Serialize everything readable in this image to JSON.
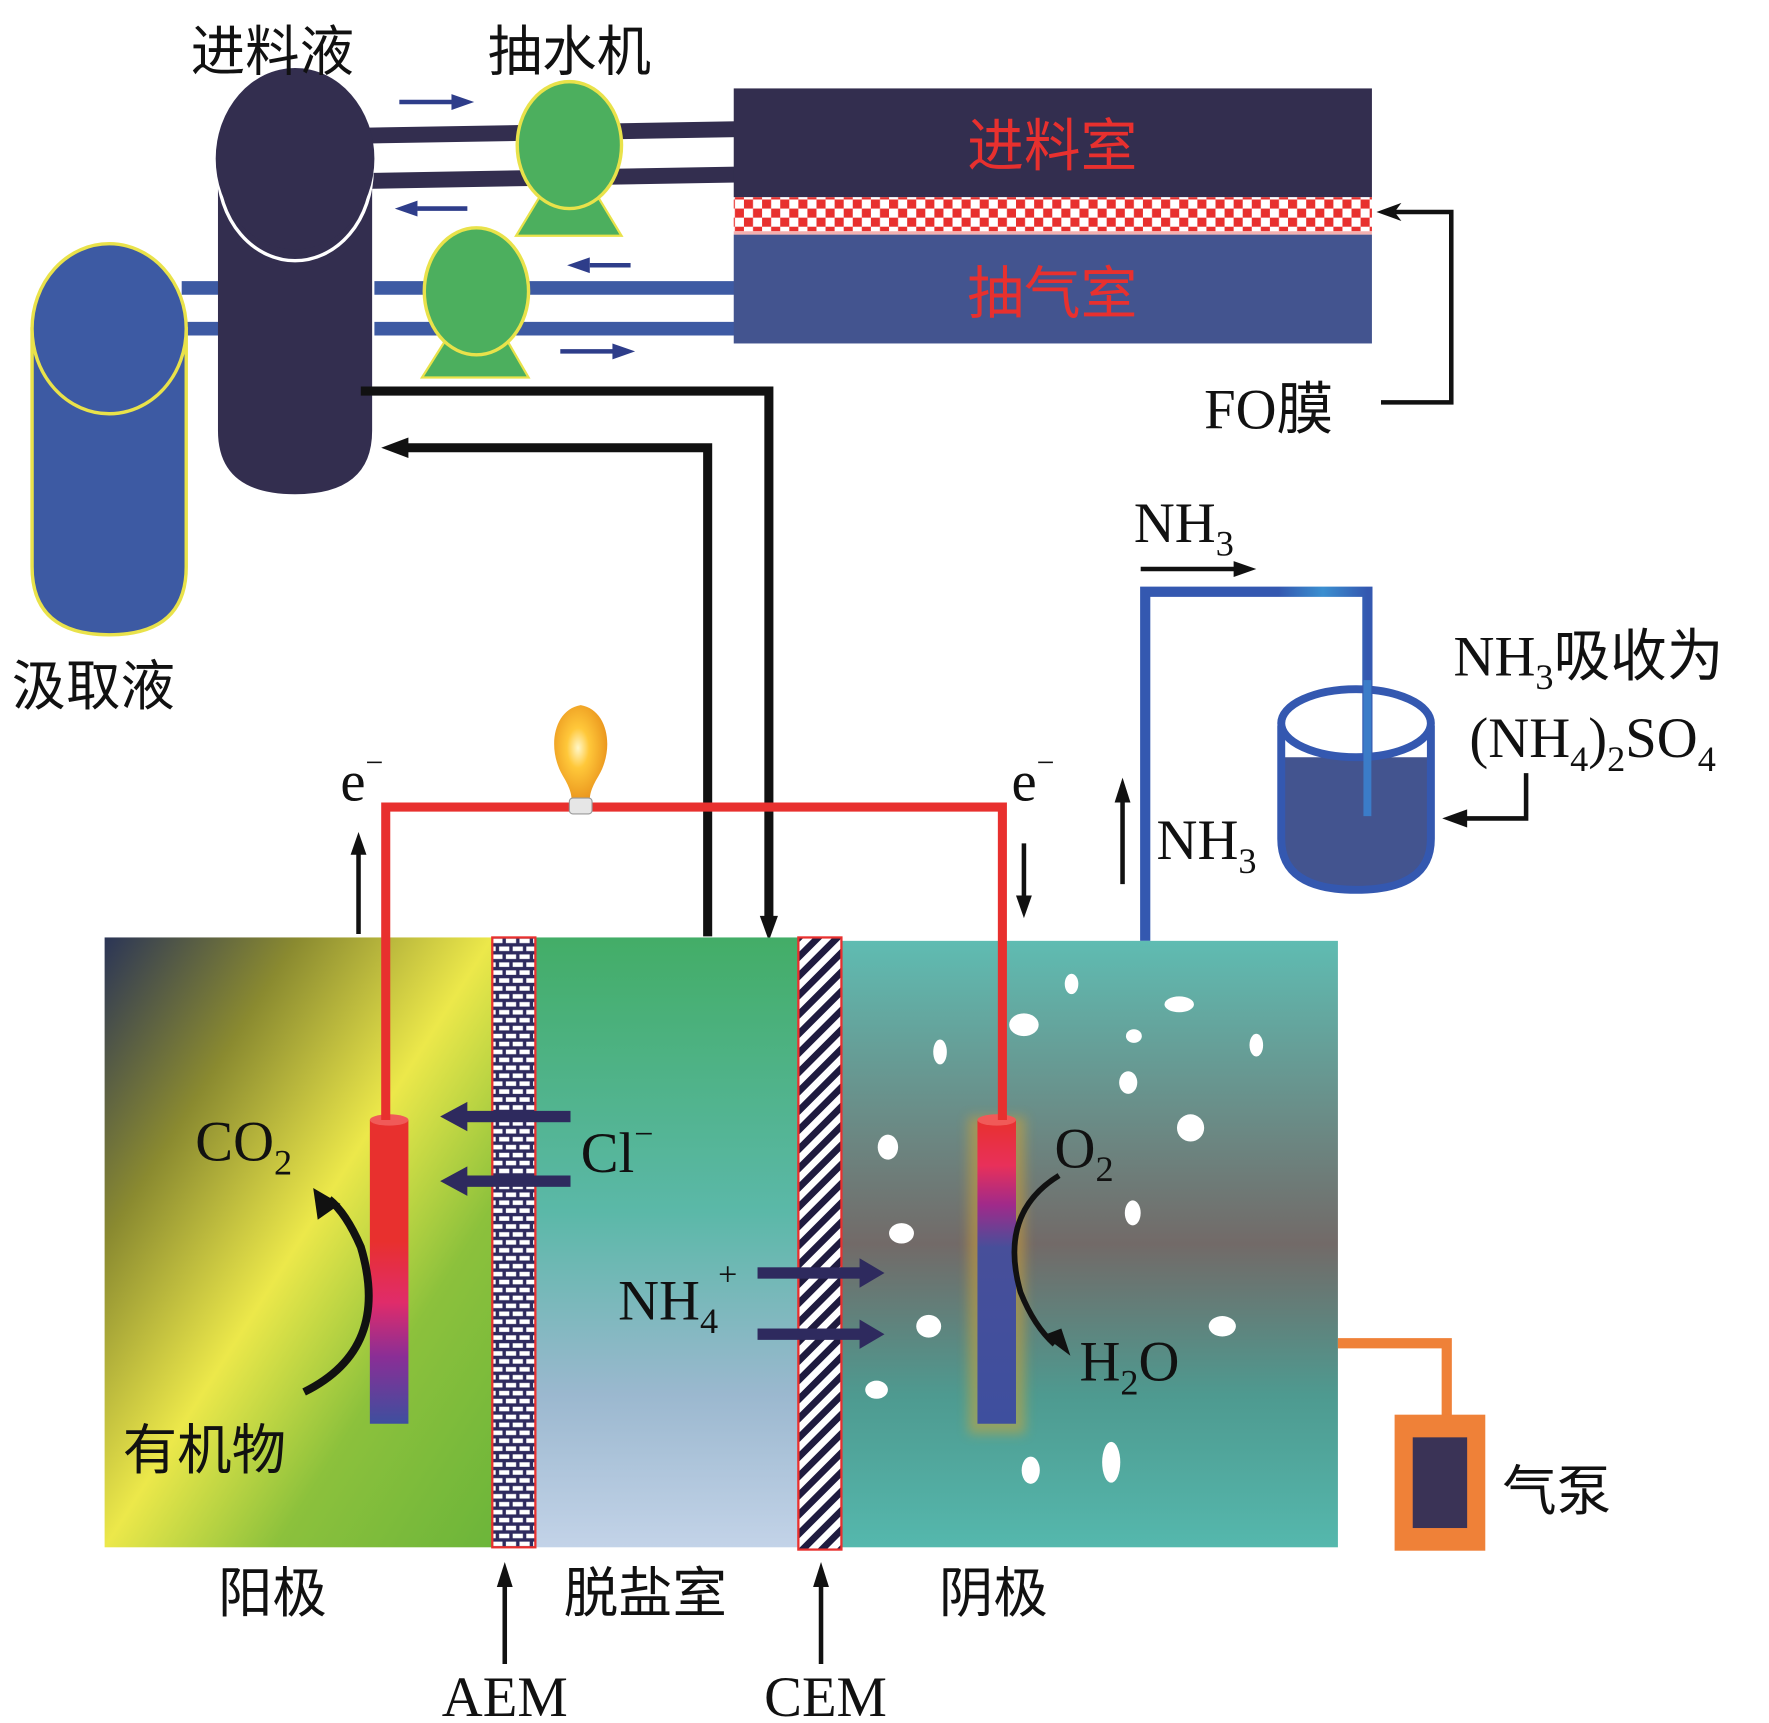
{
  "top_system": {
    "feed_solution_label": "进料液",
    "pump_label": "抽水机",
    "draw_solution_label": "汲取液",
    "feed_chamber_label": "进料室",
    "draw_chamber_label": "抽气室",
    "fo_membrane_label": "FO膜"
  },
  "ammonia": {
    "nh3_top_label": "NH",
    "nh3_top_sub": "3",
    "nh3_side_label": "NH",
    "nh3_side_sub": "3",
    "absorb_line1_prefix": "NH",
    "absorb_line1_sub": "3",
    "absorb_line1_suffix": "吸收为",
    "absorb_line2_a": "(NH",
    "absorb_line2_sub1": "4",
    "absorb_line2_b": ")",
    "absorb_line2_sub2": "2",
    "absorb_line2_c": "SO",
    "absorb_line2_sub3": "4"
  },
  "circuit": {
    "electron_left": "e",
    "electron_left_sup": "−",
    "electron_right": "e",
    "electron_right_sup": "−"
  },
  "cell": {
    "anode_reactant": "有机物",
    "anode_product": "CO",
    "anode_product_sub": "2",
    "chloride_label": "Cl",
    "chloride_sup": "−",
    "ammonium_label": "NH",
    "ammonium_sub": "4",
    "ammonium_sup": "+",
    "cathode_reactant": "O",
    "cathode_reactant_sub": "2",
    "cathode_product_a": "H",
    "cathode_product_sub": "2",
    "cathode_product_b": "O",
    "anode_label": "阳极",
    "desalination_label": "脱盐室",
    "cathode_label": "阴极",
    "aem_label": "AEM",
    "cem_label": "CEM",
    "air_pump_label": "气泵"
  },
  "colors": {
    "feed_tank": "#332e4f",
    "draw_tank": "#3d5aa3",
    "pump": "#4caf5e",
    "wire": "#e8302e",
    "chamber_text": "#e8302e",
    "cathode_water": "#52b3a8",
    "air_pump": "#ef8138"
  }
}
